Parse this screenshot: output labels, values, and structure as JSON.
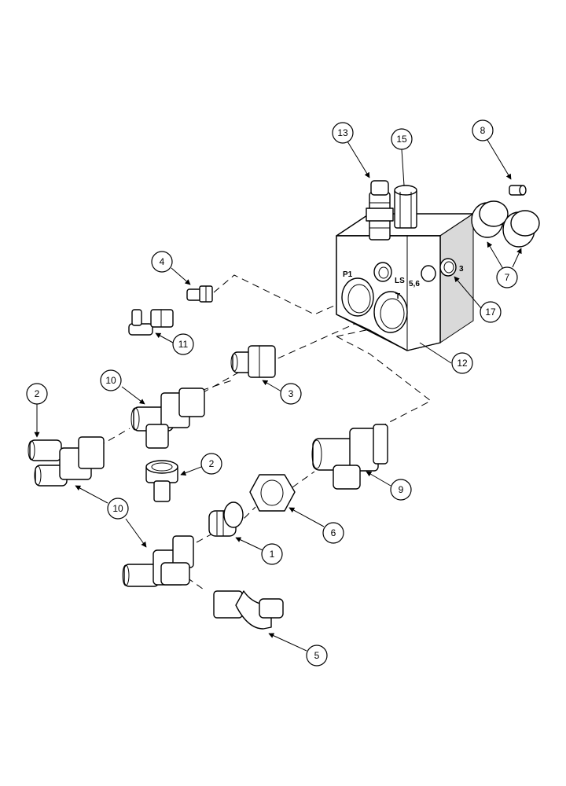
{
  "callouts": {
    "c1": "1",
    "c2a": "2",
    "c2b": "2",
    "c3": "3",
    "c4": "4",
    "c5": "5",
    "c6": "6",
    "c7": "7",
    "c8": "8",
    "c9": "9",
    "c10a": "10",
    "c10b": "10",
    "c11": "11",
    "c12": "12",
    "c13": "13",
    "c15": "15",
    "c17": "17"
  },
  "ports": {
    "p1": "P1",
    "ls": "LS",
    "p56": "5,6",
    "t": "T",
    "p3": "3"
  }
}
